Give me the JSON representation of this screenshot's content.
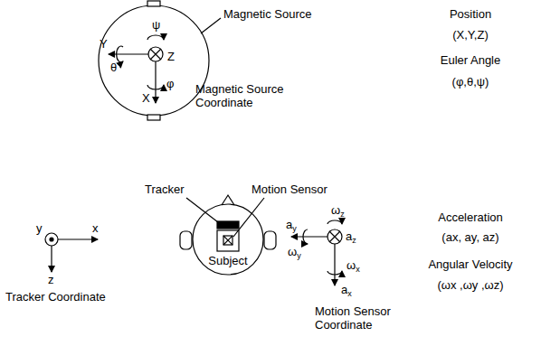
{
  "diagram": {
    "nodes": [
      {
        "text": [
          "Magnetic Source"
        ]
      },
      {
        "text": [
          "Subject"
        ]
      }
    ],
    "labels": [
      "Position",
      "(X,Y,Z)",
      "Euler Angle",
      "(φ,θ,ψ)",
      "Y",
      "θ",
      "ψ",
      "Z",
      "φ",
      "X",
      "Magnetic Source Coordinate",
      "Tracker",
      "Motion Sensor",
      "Acceleration",
      "(ax, ay, az)",
      "Angular Velocity",
      "(ωx ,ωy ,ωz)",
      "y",
      "x",
      "z",
      "Tracker Coordinate",
      "ay",
      "ωz",
      "ωy",
      "az",
      "ax",
      "ωx",
      "Motion Sensor Coordinate"
    ]
  }
}
